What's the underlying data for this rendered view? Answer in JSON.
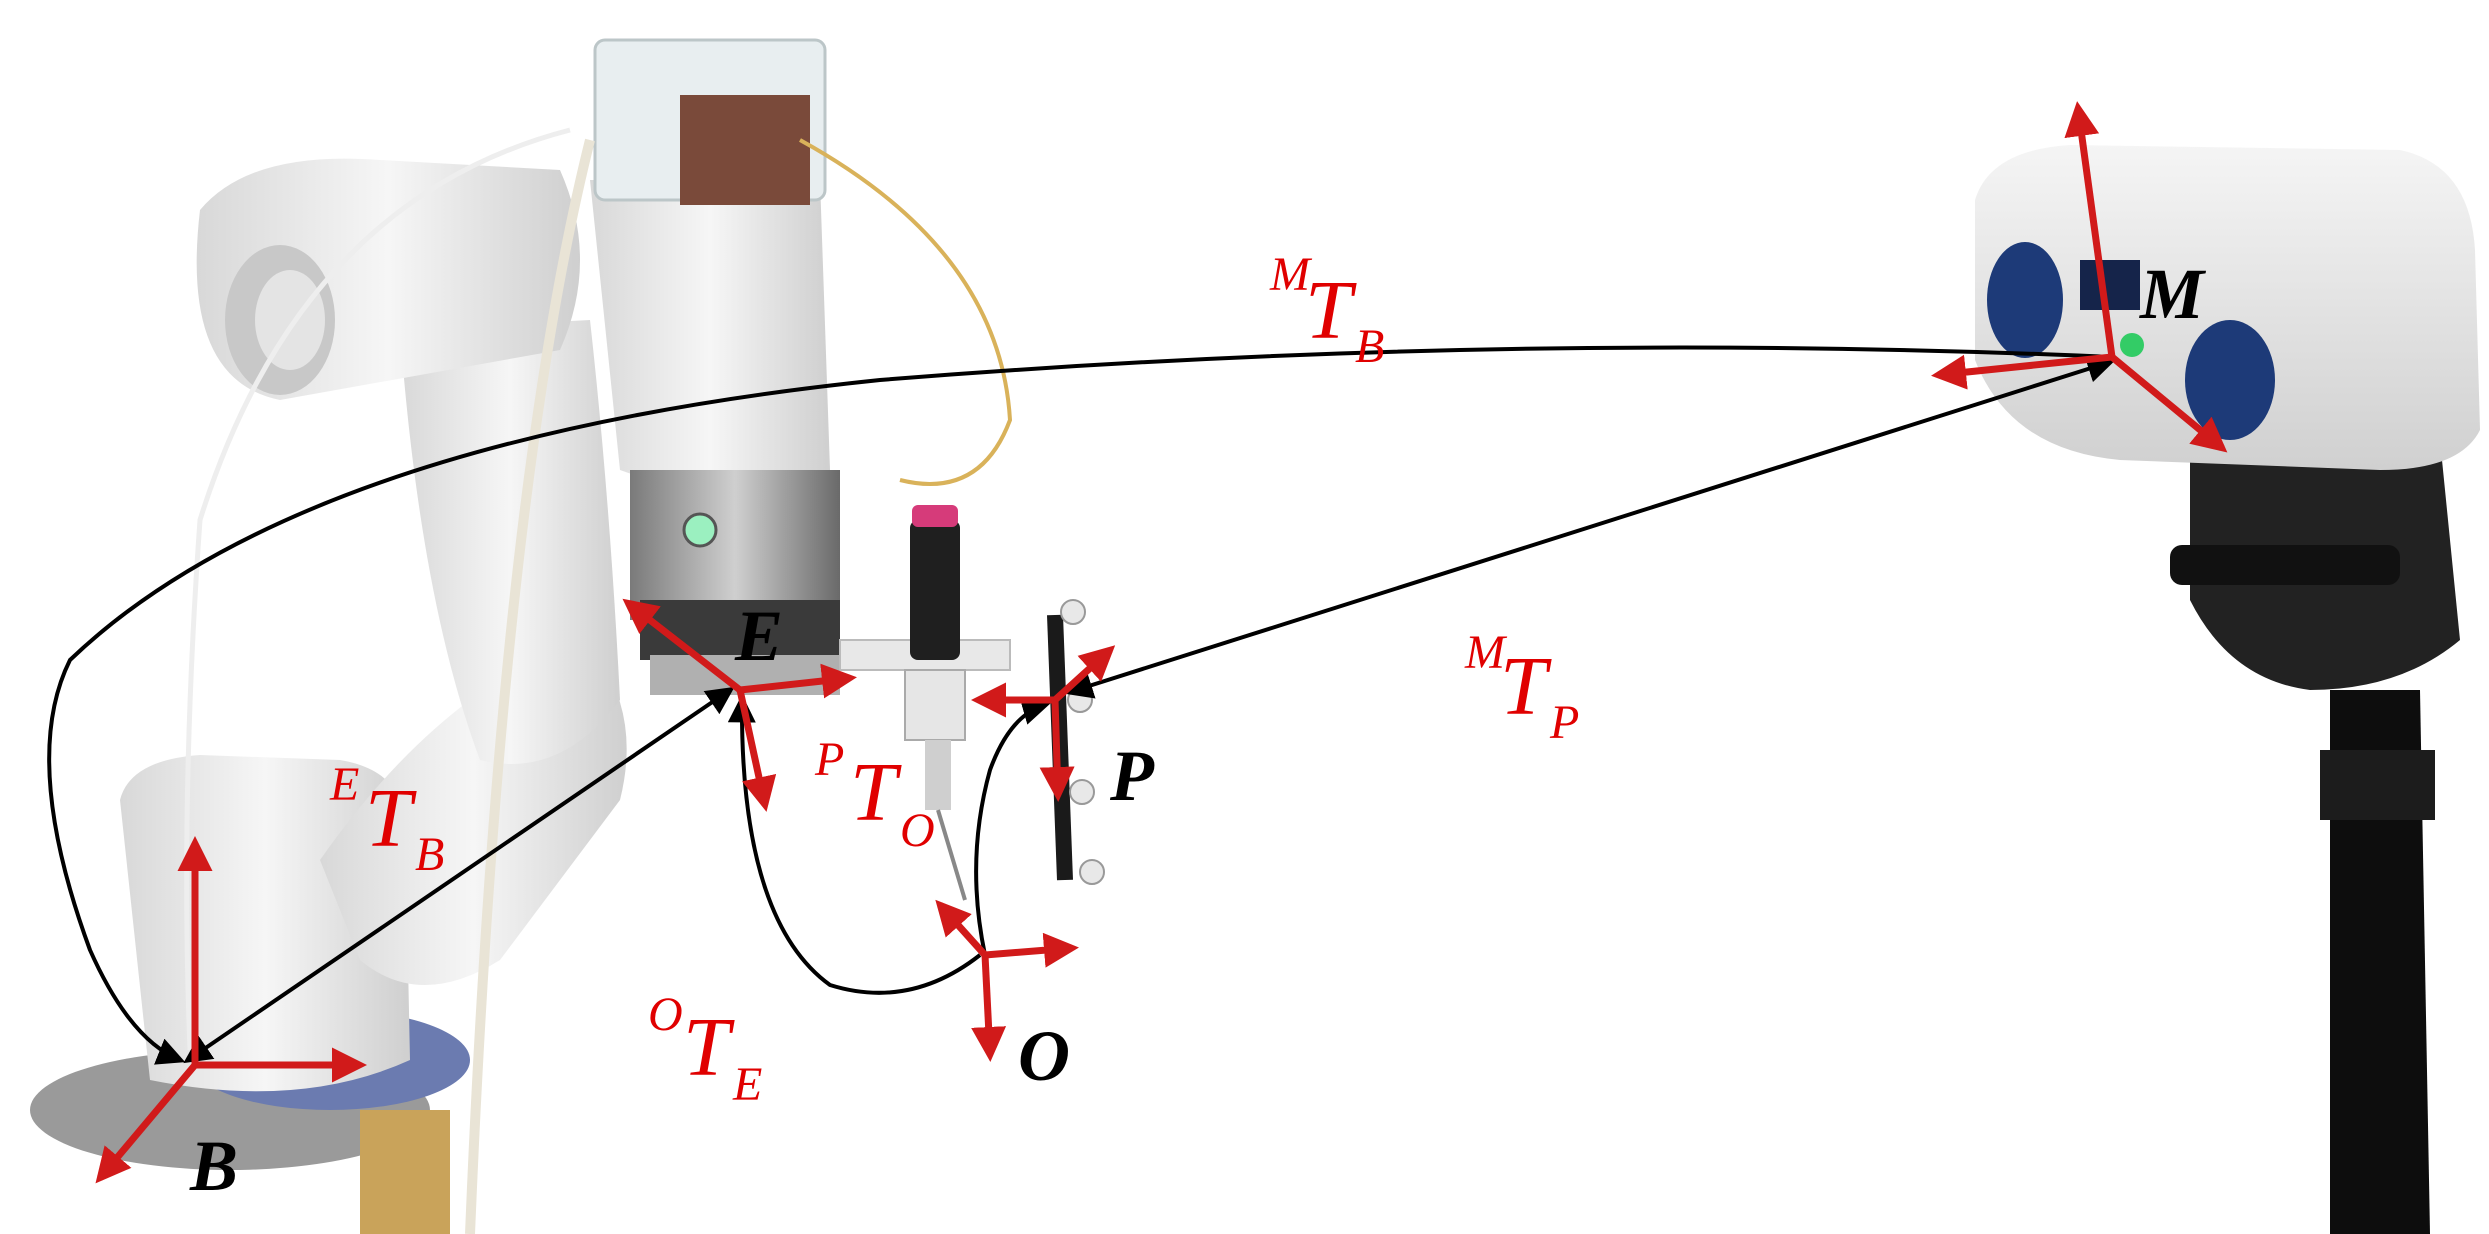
{
  "colors": {
    "axis": "#d11a1a",
    "transform_label": "#e00000",
    "frame_label": "#000000",
    "arrow": "#000000"
  },
  "frames": {
    "B": "B",
    "E": "E",
    "P": "P",
    "O": "O",
    "M": "M"
  },
  "transforms": {
    "MTB": {
      "sup": "M",
      "main": "T",
      "sub": "B"
    },
    "MTP": {
      "sup": "M",
      "main": "T",
      "sub": "P"
    },
    "ETB": {
      "sup": "E",
      "main": "T",
      "sub": "B"
    },
    "PTO": {
      "sup": "P",
      "main": "T",
      "sub": "O"
    },
    "OTE": {
      "sup": "O",
      "main": "T",
      "sub": "E"
    }
  },
  "objects": {
    "robot_arm": "robot-arm",
    "tracking_camera": "optical-tracking-camera",
    "marker": "marker-array",
    "tool": "needle-tool"
  }
}
